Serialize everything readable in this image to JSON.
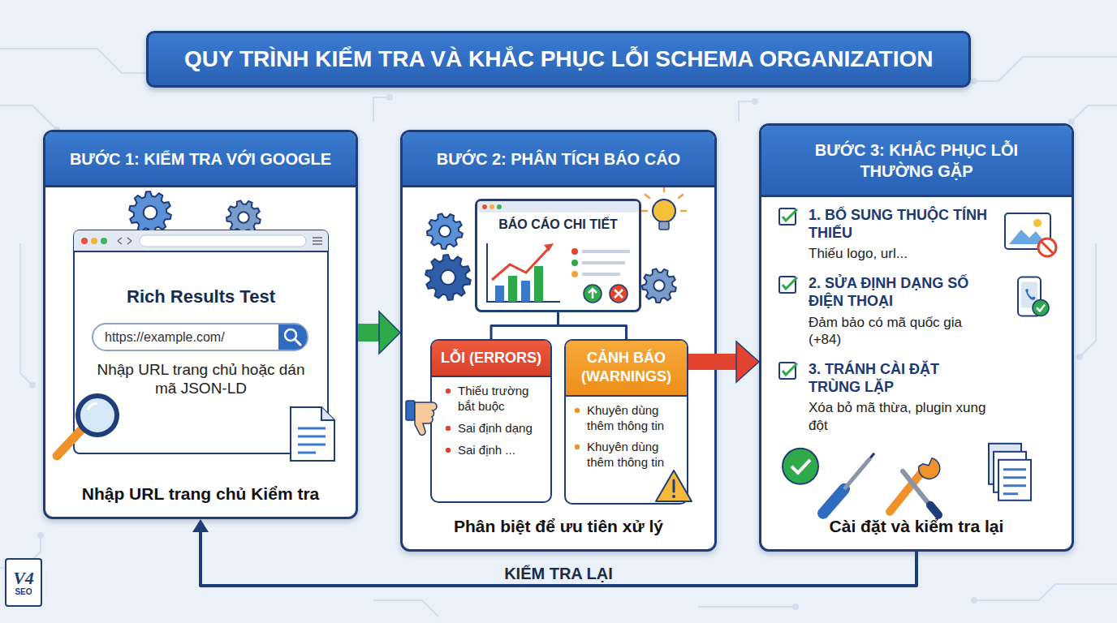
{
  "diagram": {
    "title": "QUY TRÌNH KIỂM TRA VÀ KHẮC PHỤC LỖI SCHEMA ORGANIZATION",
    "nodes": [
      {
        "text": [
          "BƯỚC 1: KIỂM TRA VỚI GOOGLE",
          "Nhập URL trang chủ Kiểm tra"
        ]
      },
      {
        "text": [
          "Rich Results Test",
          "Nhập URL trang chủ hoặc dán mã JSON-LD"
        ],
        "in": 0
      },
      {
        "text": [
          "https://example.com/"
        ],
        "in": 1
      },
      {
        "text": [
          "BƯỚC 2: PHÂN TÍCH BÁO CÁO",
          "Phân biệt để ưu tiên xử lý"
        ]
      },
      {
        "text": [
          "BÁO CÁO CHI TIẾT"
        ],
        "in": 3
      },
      {
        "text": [
          "LỖI (ERRORS)",
          "Thiếu trường bắt buộc",
          "Sai định dạng",
          "Sai định ..."
        ],
        "in": 3
      },
      {
        "text": [
          "CẢNH BÁO (WARNINGS)",
          "Khuyên dùng thêm thông tin",
          "Khuyên dùng thêm thông tin"
        ],
        "in": 3
      },
      {
        "text": [
          "BƯỚC 3: KHẮC PHỤC LỖI THƯỜNG GẶP",
          "1. BỔ SUNG THUỘC TÍNH THIẾU",
          "Thiếu logo, url...",
          "2. SỬA ĐỊNH DẠNG SỐ ĐIỆN THOẠI",
          "Đảm bảo có mã quốc gia (+84)",
          "3. TRÁNH CÀI ĐẶT TRÙNG LẶP",
          "Xóa bỏ mã thừa, plugin xung đột",
          "Cài đặt và kiểm tra lại"
        ]
      }
    ],
    "edges": [
      {
        "from": 0,
        "to": 3,
        "arrow": "to"
      },
      {
        "from": 4,
        "to": 5,
        "arrow": "none"
      },
      {
        "from": 4,
        "to": 6,
        "arrow": "none"
      },
      {
        "from": 6,
        "to": 7,
        "arrow": "to"
      },
      {
        "from": 7,
        "to": 0,
        "label": "KIỂM TRA LẠI",
        "arrow": "to"
      }
    ],
    "labels": [
      "V4",
      "SEO"
    ]
  }
}
